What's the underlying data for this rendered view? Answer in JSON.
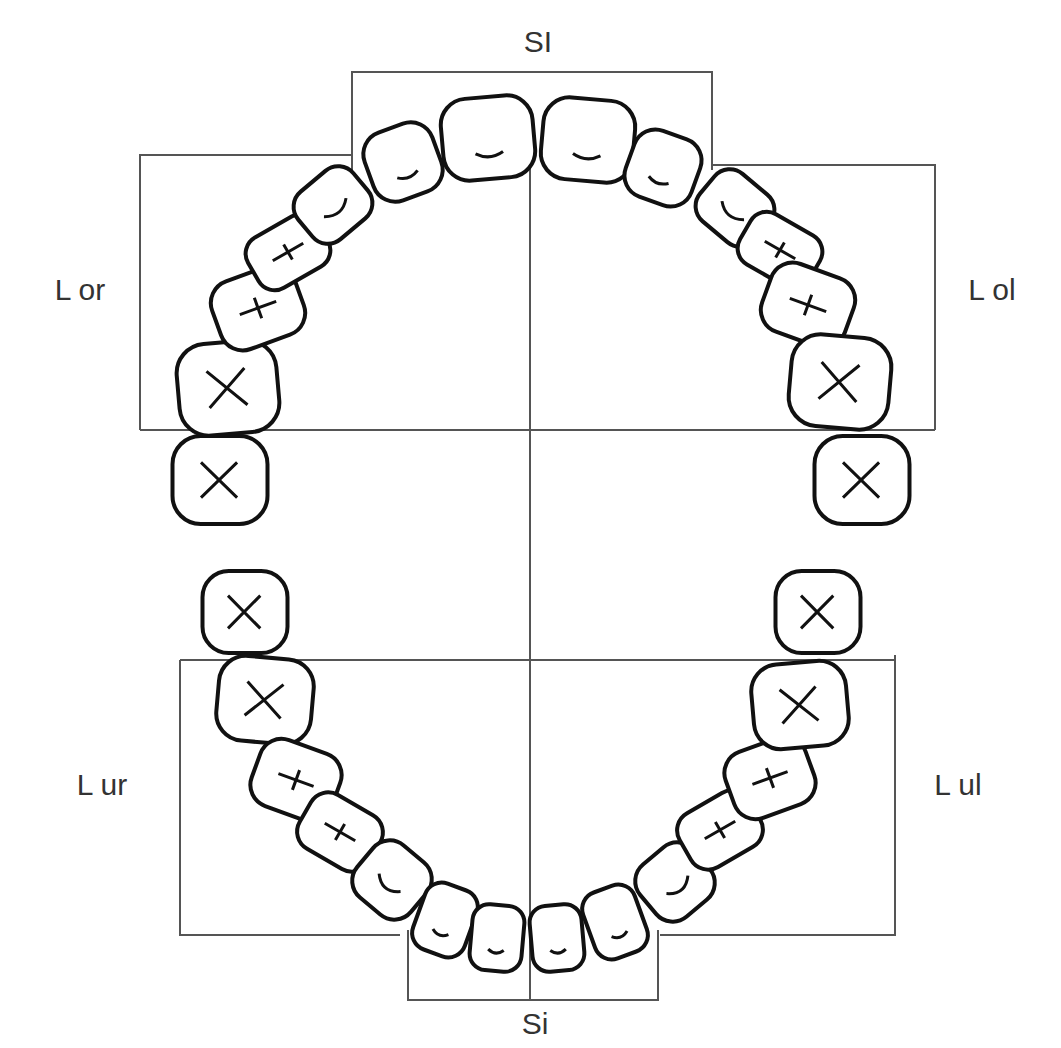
{
  "diagram": {
    "labels": [
      "SI",
      "L or",
      "L ol",
      "L ur",
      "L ul",
      "Si"
    ]
  }
}
